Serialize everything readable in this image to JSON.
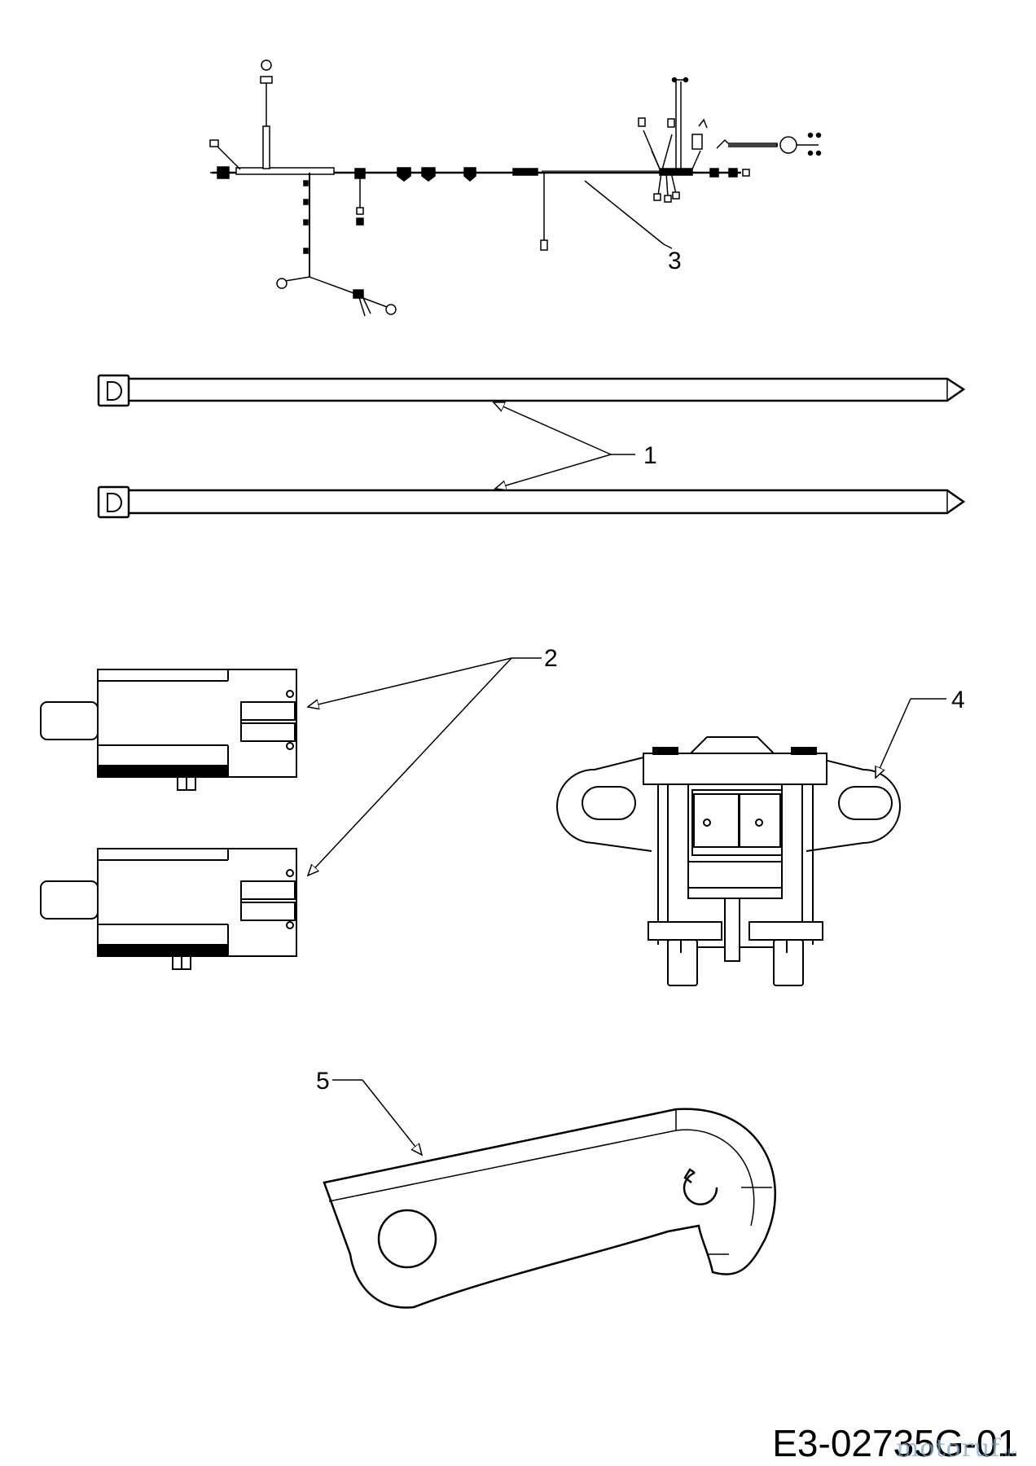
{
  "callouts": {
    "c1": "1",
    "c2": "2",
    "c3": "3",
    "c4": "4",
    "c5": "5"
  },
  "drawing_number": "E3-02735G-01",
  "watermark": {
    "text": "motoruf",
    "suffix": ".de"
  }
}
